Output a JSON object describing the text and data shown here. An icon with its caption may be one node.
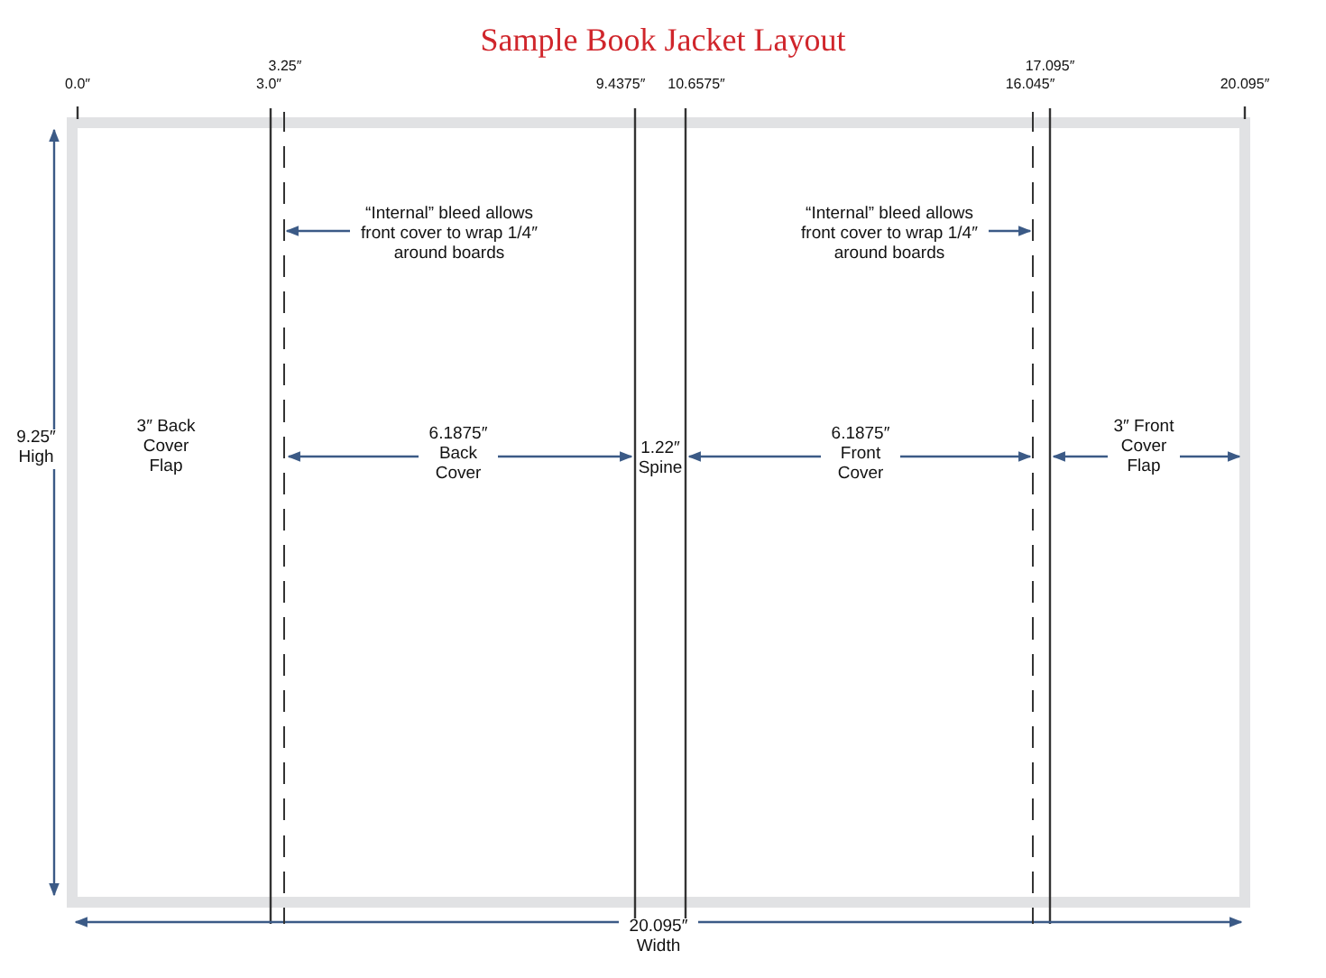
{
  "diagram": {
    "title": "Sample Book Jacket Layout",
    "nodes": [
      {
        "text": [
          "“Internal” bleed allows front cover to wrap 1/4″ around boards"
        ]
      },
      {
        "text": [],
        "shape": "line"
      },
      {
        "text": [
          "“Internal” bleed allows front cover to wrap 1/4″ around boards"
        ]
      },
      {
        "text": [],
        "shape": "line"
      }
    ],
    "edges": [
      {
        "from": 0,
        "to": 1,
        "arrow": "to"
      },
      {
        "from": 2,
        "to": 3,
        "arrow": "to"
      }
    ],
    "labels": [
      "0.0″",
      "3.25″",
      "3.0″",
      "9.4375″",
      "10.6575″",
      "17.095″",
      "16.045″",
      "20.095″",
      "9.25″ High",
      "3″ Back Cover Flap",
      "6.1875″ Back Cover",
      "1.22″ Spine",
      "6.1875″ Front Cover",
      "3″ Front Cover Flap",
      "20.095″ Width"
    ]
  }
}
